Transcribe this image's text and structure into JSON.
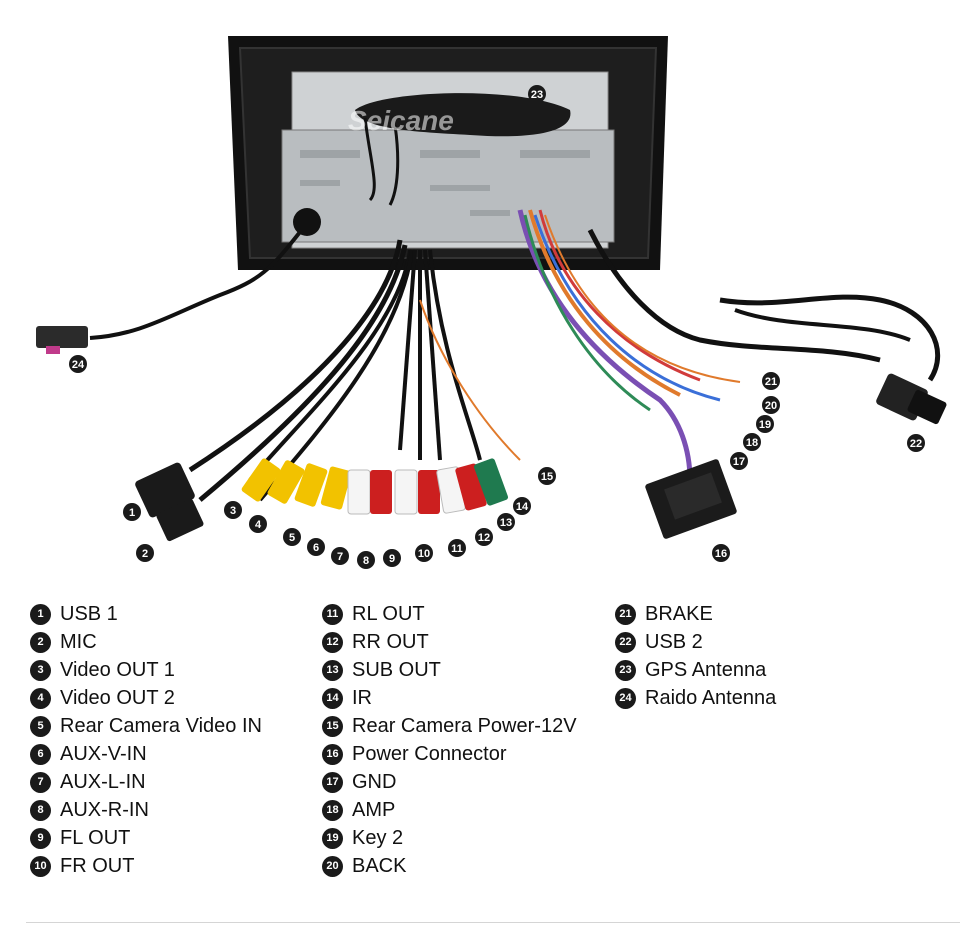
{
  "watermark": "Seicane",
  "diagram_numbers": {
    "n1": "1",
    "n2": "2",
    "n3": "3",
    "n4": "4",
    "n5": "5",
    "n6": "6",
    "n7": "7",
    "n8": "8",
    "n9": "9",
    "n10": "10",
    "n11": "11",
    "n12": "12",
    "n13": "13",
    "n14": "14",
    "n15": "15",
    "n16": "16",
    "n17": "17",
    "n18": "18",
    "n19": "19",
    "n20": "20",
    "n21": "21",
    "n22": "22",
    "n23": "23",
    "n24": "24"
  },
  "legend": {
    "col1": [
      {
        "num": "1",
        "label": "USB 1"
      },
      {
        "num": "2",
        "label": "MIC"
      },
      {
        "num": "3",
        "label": "Video OUT 1"
      },
      {
        "num": "4",
        "label": "Video OUT 2"
      },
      {
        "num": "5",
        "label": "Rear Camera Video IN"
      },
      {
        "num": "6",
        "label": "AUX-V-IN"
      },
      {
        "num": "7",
        "label": "AUX-L-IN"
      },
      {
        "num": "8",
        "label": "AUX-R-IN"
      },
      {
        "num": "9",
        "label": "FL OUT"
      },
      {
        "num": "10",
        "label": "FR OUT"
      }
    ],
    "col2": [
      {
        "num": "11",
        "label": "RL OUT"
      },
      {
        "num": "12",
        "label": "RR OUT"
      },
      {
        "num": "13",
        "label": "SUB OUT"
      },
      {
        "num": "14",
        "label": "IR"
      },
      {
        "num": "15",
        "label": "Rear Camera Power-12V"
      },
      {
        "num": "16",
        "label": "Power Connector"
      },
      {
        "num": "17",
        "label": "GND"
      },
      {
        "num": "18",
        "label": "AMP"
      },
      {
        "num": "19",
        "label": "Key 2"
      },
      {
        "num": "20",
        "label": "BACK"
      }
    ],
    "col3": [
      {
        "num": "21",
        "label": "BRAKE"
      },
      {
        "num": "22",
        "label": "USB 2"
      },
      {
        "num": "23",
        "label": "GPS Antenna"
      },
      {
        "num": "24",
        "label": "Raido Antenna"
      }
    ]
  }
}
